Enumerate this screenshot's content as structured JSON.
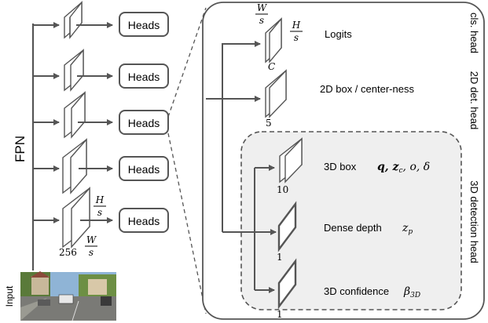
{
  "fpn": {
    "label": "FPN",
    "input_label": "Input",
    "head_label": "Heads",
    "bottom_level": {
      "height_label": {
        "num": "H",
        "den": "s"
      },
      "channels_label": "256",
      "width_label": {
        "num": "W",
        "den": "s"
      }
    }
  },
  "detail": {
    "top_dims": {
      "width_label": {
        "num": "W",
        "den": "s"
      },
      "height_label": {
        "num": "H",
        "den": "s"
      }
    },
    "cls_head": {
      "section_label": "cls. head",
      "output_label": "Logits",
      "channels_label": "C"
    },
    "det2d_head": {
      "section_label": "2D det. head",
      "output_label": "2D box / center-ness",
      "channels_label": "5"
    },
    "det3d_head": {
      "section_label": "3D detection head",
      "outputs": [
        {
          "label": "3D box",
          "math": "q,  z",
          "sub": "c",
          "math2": ",  o,  δ",
          "channels_label": "10"
        },
        {
          "label": "Dense depth",
          "math": "z",
          "sub": "p",
          "math2": "",
          "channels_label": "1"
        },
        {
          "label": "3D confidence",
          "math": "β",
          "sub": "3D",
          "math2": "",
          "channels_label": "1"
        }
      ]
    }
  },
  "colors": {
    "line": "#555555",
    "box_stroke": "#555555",
    "detail_fill": "#ffffff",
    "det3d_fill": "#efefef",
    "dashed": "#555555"
  }
}
